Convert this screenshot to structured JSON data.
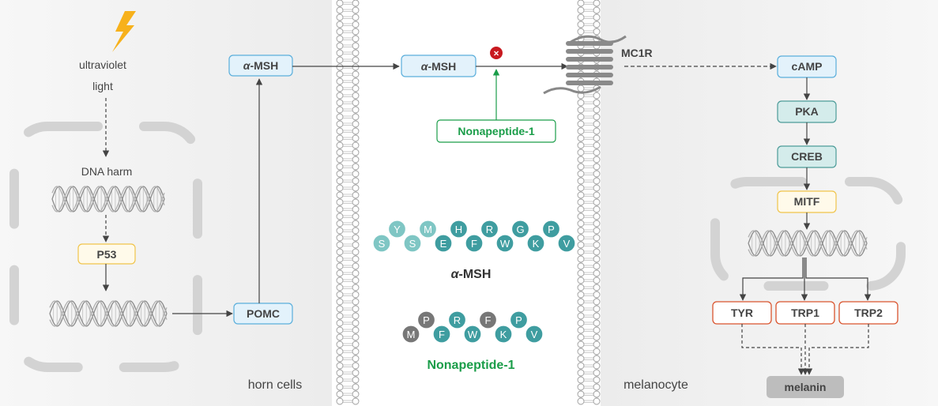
{
  "regions": {
    "left": "horn cells",
    "right": "melanocyte"
  },
  "stimulus": {
    "line1": "ultraviolet",
    "line2": "light"
  },
  "dna_harm_label": "DNA harm",
  "nodes": {
    "p53": "P53",
    "pomc": "POMC",
    "amsh_left_prefix": "α",
    "amsh_left_suffix": "-MSH",
    "amsh_mid_prefix": "α",
    "amsh_mid_suffix": "-MSH",
    "inhibitor": "Nonapeptide-1",
    "receptor": "MC1R",
    "camp": "cAMP",
    "pka": "PKA",
    "creb": "CREB",
    "mitf": "MITF",
    "tyr": "TYR",
    "trp1": "TRP1",
    "trp2": "TRP2",
    "melanin": "melanin"
  },
  "block_symbol": "×",
  "peptides": {
    "amsh": {
      "residues": [
        "S",
        "Y",
        "S",
        "M",
        "E",
        "H",
        "F",
        "R",
        "W",
        "G",
        "K",
        "P",
        "V"
      ],
      "label_prefix": "α",
      "label_suffix": "-MSH"
    },
    "nonapeptide": {
      "residues": [
        "M",
        "P",
        "F",
        "R",
        "W",
        "F",
        "K",
        "P",
        "V"
      ],
      "label": "Nonapeptide-1"
    }
  },
  "colors": {
    "blue_fill": "#e3f2fb",
    "blue_stroke": "#5aaedb",
    "teal_fill": "#d4eceb",
    "teal_stroke": "#4c9b98",
    "yellow_fill": "#fffaea",
    "yellow_stroke": "#f0c44a",
    "red_stroke": "#d9542e",
    "green": "#1a9d49",
    "block_red": "#c8191f",
    "bolt": "#f7b11b",
    "bead_teal": "#3f9da0",
    "bead_light": "#7fc6c4",
    "bead_gray": "#777777"
  }
}
